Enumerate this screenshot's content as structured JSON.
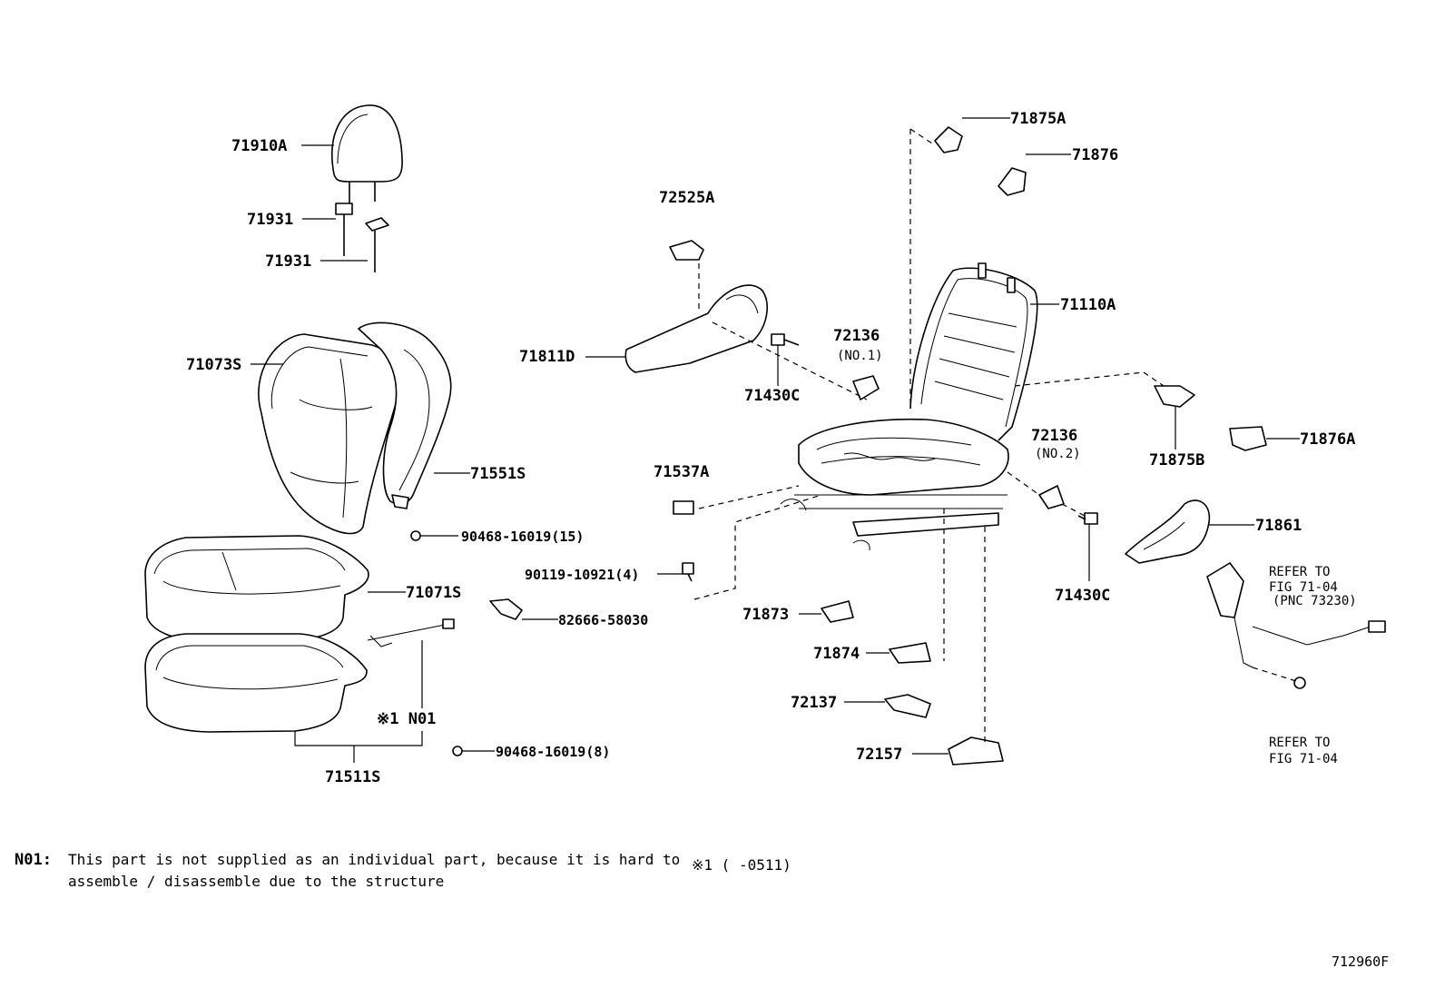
{
  "diagram_id": "712960F",
  "parts": {
    "p71910A": "71910A",
    "p71931a": "71931",
    "p71931b": "71931",
    "p71073S": "71073S",
    "p71551S": "71551S",
    "p90468_15": "90468-16019(15)",
    "p71071S": "71071S",
    "p90119": "90119-10921(4)",
    "p82666": "82666-58030",
    "p71511S": "71511S",
    "pN01": "※1 N01",
    "p90468_8": "90468-16019(8)",
    "p72525A": "72525A",
    "p71811D": "71811D",
    "p71430C_a": "71430C",
    "p72136_1": "72136",
    "p72136_1sub": "(NO.1)",
    "p71537A": "71537A",
    "p71873": "71873",
    "p71874": "71874",
    "p72137": "72137",
    "p72157": "72157",
    "p71875A": "71875A",
    "p71876": "71876",
    "p71110A": "71110A",
    "p72136_2": "72136",
    "p72136_2sub": "(NO.2)",
    "p71430C_b": "71430C",
    "p71875B": "71875B",
    "p71876A": "71876A",
    "p71861": "71861"
  },
  "refs": {
    "ref1_line1": "REFER TO",
    "ref1_line2": "FIG 71-04",
    "ref1_line3": "(PNC 73230)",
    "ref2_line1": "REFER TO",
    "ref2_line2": "FIG 71-04"
  },
  "notes": {
    "n01_key": "N01:",
    "n01_line1": "This part is not supplied as an individual part, because it is hard to",
    "n01_line2": "assemble / disassemble due to the structure",
    "star_note": "※1 (     -0511)"
  }
}
